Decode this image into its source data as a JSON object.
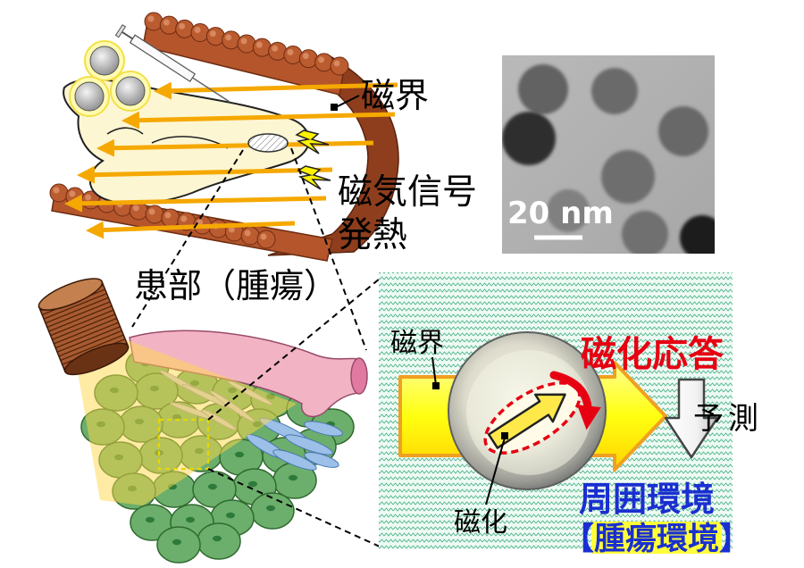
{
  "top_illustration": {
    "magnetic_field_label": "磁界",
    "magnetic_signal_label": "磁気信号",
    "heat_label": "発熱"
  },
  "tem_image": {
    "scale_bar_label": "20 nm"
  },
  "tissue_illustration": {
    "affected_area_label": "患部（腫瘍）"
  },
  "mechanism_panel": {
    "magnetic_field_label": "磁界",
    "magnetization_response_label": "磁化応答",
    "prediction_label_1": "予",
    "prediction_label_2": "測",
    "surrounding_environment_label": "周囲環境",
    "tumor_environment_label": "【腫瘍環境】",
    "magnetization_label": "磁化"
  },
  "colors": {
    "magnetic_field_arrows": "#f5a800",
    "magnetization_response": "#e60012",
    "environment_text": "#1a2fd0",
    "highlight": "#ffff3a"
  }
}
